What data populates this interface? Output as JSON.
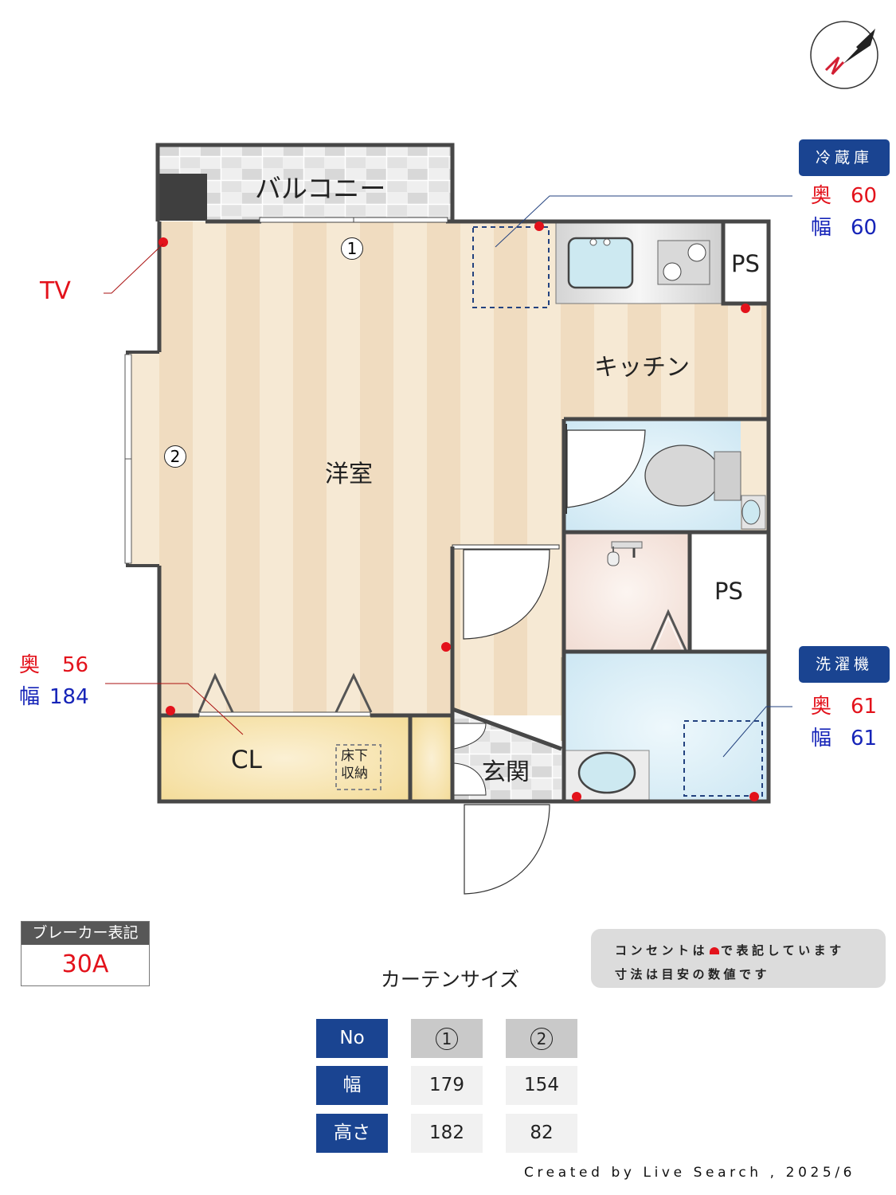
{
  "compass": {
    "label": "N"
  },
  "rooms": {
    "balcony": "バルコニー",
    "western_room": "洋室",
    "kitchen": "キッチン",
    "ps_kitchen": "PS",
    "ps_bath": "PS",
    "closet": "CL",
    "underfloor_storage": "床下\n収納",
    "underfloor_line1": "床下",
    "underfloor_line2": "収納",
    "entrance": "玄関"
  },
  "window_markers": {
    "one": "1",
    "two": "2"
  },
  "tv_label": "TV",
  "refrigerator": {
    "tag": "冷蔵庫",
    "depth_label": "奥",
    "depth": "60",
    "width_label": "幅",
    "width": "60"
  },
  "washer": {
    "tag": "洗濯機",
    "depth_label": "奥",
    "depth": "61",
    "width_label": "幅",
    "width": "61"
  },
  "closet_dims": {
    "depth_label": "奥",
    "depth": "56",
    "width_label": "幅",
    "width": "184"
  },
  "breaker": {
    "header": "ブレーカー表記",
    "value": "30A"
  },
  "note": {
    "line1_before": "コンセントは",
    "line1_after": "で表記しています",
    "line2": "寸法は目安の数値です"
  },
  "curtain": {
    "title": "カーテンサイズ",
    "headers": [
      "No",
      "幅",
      "高さ"
    ],
    "columns": [
      {
        "no": "1",
        "width": "179",
        "height": "182"
      },
      {
        "no": "2",
        "width": "154",
        "height": "82"
      }
    ]
  },
  "footer": "Created by Live Search , 2025/6",
  "colors": {
    "accent_blue": "#1a4491",
    "outlet_red": "#e3121b",
    "dim_blue": "#1624b8",
    "wall": "#474747"
  }
}
